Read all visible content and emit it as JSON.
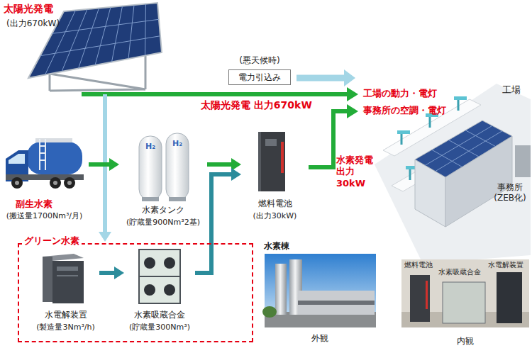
{
  "diagram": {
    "nodes": [
      {
        "text": [
          "太陽光発電",
          "(出力670kW)"
        ]
      },
      {
        "text": [
          "(悪天候時)",
          "電力引込み"
        ]
      },
      {
        "text": [
          "工場",
          "事務所 (ZEB化)"
        ]
      },
      {
        "text": [
          "副生水素",
          "(搬送量1700Nm³/月)"
        ]
      },
      {
        "text": [
          "水素タンク",
          "(貯蔵量900Nm³2基)"
        ]
      },
      {
        "text": [
          "燃料電池",
          "(出力30kW)"
        ]
      },
      {
        "text": [
          "グリーン水素"
        ]
      },
      {
        "text": [
          "水電解装置",
          "(製造量3Nm³/h)"
        ],
        "in": 6
      },
      {
        "text": [
          "水素吸蔵合金",
          "(貯蔵量300Nm³)"
        ],
        "in": 6
      },
      {
        "text": [
          "水素棟",
          "外観"
        ]
      },
      {
        "text": [
          "燃料電池",
          "水素吸蔵合金",
          "水電解装置",
          "内観"
        ]
      }
    ],
    "edges": [
      {
        "from": 0,
        "to": 2,
        "arrow": "to",
        "label": "太陽光発電 出力670kW"
      },
      {
        "from": 1,
        "to": 2,
        "arrow": "to"
      },
      {
        "from": 0,
        "to": 6,
        "arrow": "to"
      },
      {
        "from": 3,
        "to": 4,
        "arrow": "to"
      },
      {
        "from": 4,
        "to": 5,
        "arrow": "to"
      },
      {
        "from": 7,
        "to": 8,
        "arrow": "to"
      },
      {
        "from": 8,
        "to": 5,
        "arrow": "to"
      },
      {
        "from": 5,
        "to": 2,
        "arrow": "to",
        "label": "水素発電 出力30kW"
      }
    ],
    "labels": [
      "工場の動力・電灯",
      "事務所の空調・電灯",
      "H₂",
      "H₂"
    ]
  }
}
